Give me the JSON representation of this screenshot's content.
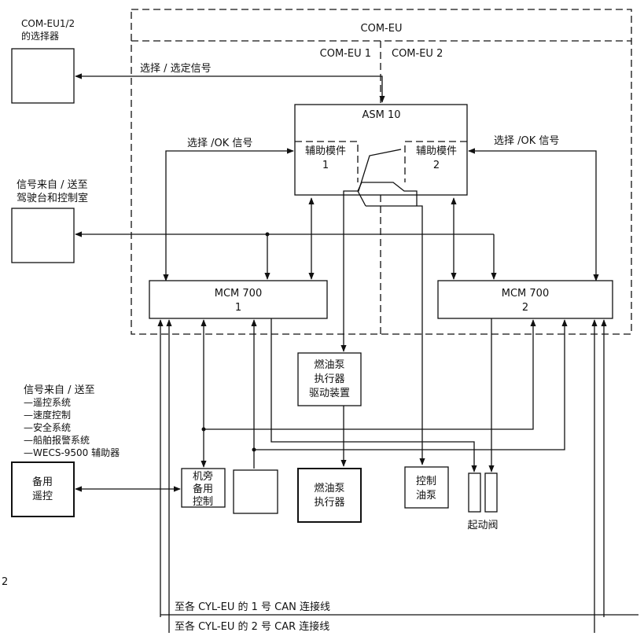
{
  "labels": {
    "com_eu": "COM-EU",
    "com_eu1": "COM-EU 1",
    "com_eu2": "COM-EU 2",
    "selector_line1": "COM-EU1/2",
    "selector_line2": "的选择器",
    "select_signal": "选择 / 选定信号",
    "asm": "ASM 10",
    "ok_signal_left": "选择 /OK 信号",
    "ok_signal_right": "选择 /OK 信号",
    "aux_module": "辅助模件",
    "aux_1": "1",
    "aux_2": "2",
    "bridge_line1": "信号来自 / 送至",
    "bridge_line2": "驾驶台和控制室",
    "mcm_name": "MCM 700",
    "mcm_1": "1",
    "mcm_2": "2",
    "fuel_driver_line1": "燃油泵",
    "fuel_driver_line2": "执行器",
    "fuel_driver_line3": "驱动装置",
    "systems_header": "信号来自 / 送至",
    "systems_items": [
      "—遥控系统",
      "—速度控制",
      "—安全系统",
      "—船舶报警系统",
      "—WECS-9500 辅助器"
    ],
    "backup_line1": "备用",
    "backup_line2": "遥控",
    "local_line1": "机旁",
    "local_line2": "备用",
    "local_line3": "控制",
    "fuel_act_line1": "燃油泵",
    "fuel_act_line2": "执行器",
    "pump_line1": "控制",
    "pump_line2": "油泵",
    "start_valve": "起动阀",
    "can_line1": "至各 CYL-EU 的 1 号 CAN 连接线",
    "can_line2": "至各 CYL-EU 的 2 号 CAR 连接线",
    "margin_mark": "2"
  }
}
